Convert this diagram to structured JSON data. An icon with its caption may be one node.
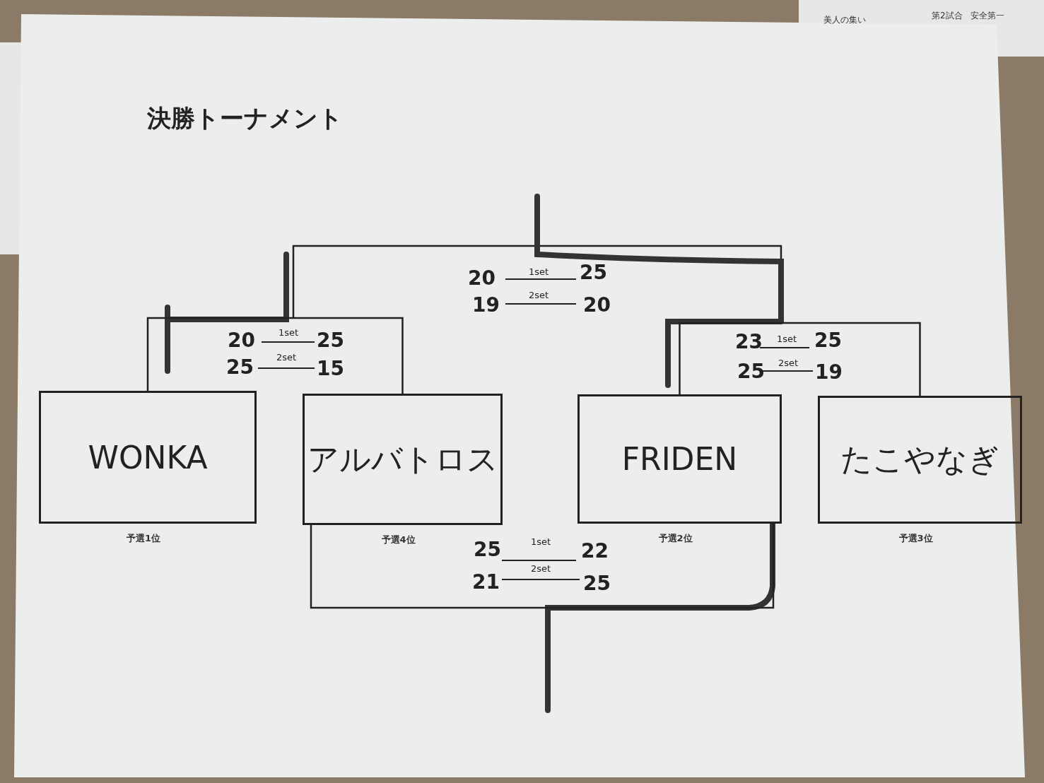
{
  "diagram": {
    "title": "決勝トーナメント",
    "nodes": [
      {
        "text": [
          "WONKA"
        ],
        "beside": [
          "予選1位"
        ]
      },
      {
        "text": [
          "アルバトロス"
        ],
        "beside": [
          "予選4位"
        ]
      },
      {
        "text": [
          "FRIDEN"
        ],
        "beside": [
          "予選2位"
        ]
      },
      {
        "text": [
          "たこやなぎ"
        ],
        "beside": [
          "予選3位"
        ]
      }
    ],
    "edges": [
      {
        "from": 0,
        "to": 1,
        "arrow": "none"
      },
      {
        "from": 2,
        "to": 3,
        "arrow": "none"
      },
      {
        "from": 1,
        "to": 2,
        "arrow": "none"
      }
    ],
    "labels": [
      "美人の集い",
      "第2試合",
      "安全第一",
      "20",
      "1set",
      "25",
      "19",
      "2set",
      "20",
      "20",
      "1set",
      "25",
      "25",
      "2set",
      "15",
      "23",
      "1set",
      "25",
      "25",
      "2set",
      "19",
      "25",
      "1set",
      "22",
      "21",
      "2set",
      "25"
    ]
  }
}
